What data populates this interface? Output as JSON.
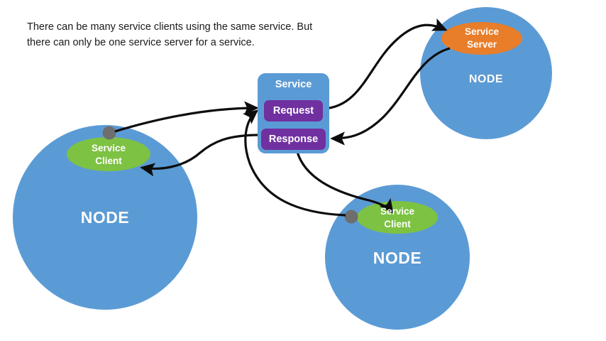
{
  "caption": {
    "text": "There can be many service clients using the same service. But\nthere can only be one service server for a service."
  },
  "service_box": {
    "title": "Service",
    "request_label": "Request",
    "response_label": "Response",
    "box_color": "#5B9BD5",
    "chip_color": "#7030A0"
  },
  "nodes": [
    {
      "id": "node-left",
      "label": "NODE",
      "color": "#5B9BD5",
      "role_label": "Service\nClient",
      "role_color": "#7DC242",
      "connector_dot_color": "#6E6E6E"
    },
    {
      "id": "node-top-right",
      "label": "NODE",
      "color": "#5B9BD5",
      "role_label": "Service\nServer",
      "role_color": "#E87D2A",
      "connector_dot_color": "#6E6E6E"
    },
    {
      "id": "node-bottom",
      "label": "NODE",
      "color": "#5B9BD5",
      "role_label": "Service\nClient",
      "role_color": "#7DC242",
      "connector_dot_color": "#6E6E6E"
    }
  ],
  "connections": [
    {
      "id": "client-left-to-request",
      "from": "node-left",
      "to": "request"
    },
    {
      "id": "client-bottom-to-request",
      "from": "node-bottom",
      "to": "request"
    },
    {
      "id": "request-to-server",
      "from": "request",
      "to": "node-top-right"
    },
    {
      "id": "server-to-response",
      "from": "node-top-right",
      "to": "response"
    },
    {
      "id": "response-to-client-left",
      "from": "response",
      "to": "node-left"
    },
    {
      "id": "response-to-client-bottom",
      "from": "response",
      "to": "node-bottom"
    }
  ],
  "arrow_color": "#0d0d0d"
}
